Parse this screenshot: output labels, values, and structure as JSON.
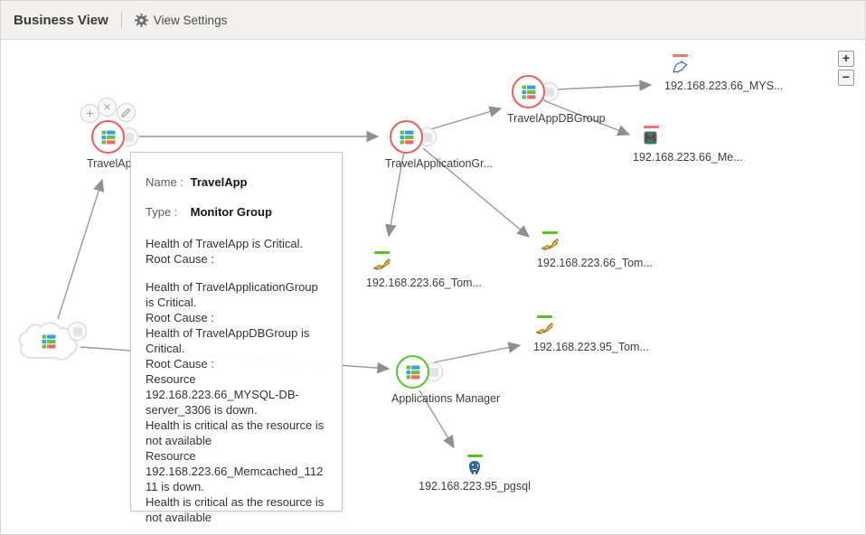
{
  "header": {
    "title": "Business View",
    "settings_label": "View Settings"
  },
  "controls": {
    "zoom_in": "+",
    "zoom_out": "−"
  },
  "actions": {
    "add": "+",
    "remove": "×"
  },
  "colors": {
    "critical": "#ee5e59",
    "clear": "#57c42d",
    "status_critical": "#f4736e",
    "status_clear": "#55c41e",
    "arrow": "#8f8f8f"
  },
  "nodes": {
    "travelapp": {
      "label": "TravelApp",
      "type": "Monitor Group",
      "status": "critical"
    },
    "appgroup": {
      "label": "TravelApplicationGr...",
      "status": "critical"
    },
    "dbgroup": {
      "label": "TravelAppDBGroup",
      "status": "critical"
    },
    "mysql": {
      "label": "192.168.223.66_MYS...",
      "status": "critical",
      "icon": "mysql-icon"
    },
    "memcached": {
      "label": "192.168.223.66_Me...",
      "status": "critical",
      "icon": "memcached-icon"
    },
    "tomcat66a": {
      "label": "192.168.223.66_Tom...",
      "status": "clear",
      "icon": "tomcat-icon"
    },
    "tomcat66b": {
      "label": "192.168.223.66_Tom...",
      "status": "clear",
      "icon": "tomcat-icon"
    },
    "tomcat95": {
      "label": "192.168.223.95_Tom...",
      "status": "clear",
      "icon": "tomcat-icon"
    },
    "appmanager": {
      "label": "Applications Manager",
      "status": "clear"
    },
    "pgsql": {
      "label": "192.168.223.95_pgsql",
      "status": "clear",
      "icon": "postgresql-icon"
    }
  },
  "tooltip": {
    "name_label": "Name :",
    "name_value": "TravelApp",
    "type_label": "Type :",
    "type_value": "Monitor Group",
    "summary": [
      "Health of TravelApp is Critical.",
      "Root Cause :"
    ],
    "details": [
      "Health of TravelApplicationGroup is Critical.",
      "Root Cause :",
      "Health of TravelAppDBGroup is Critical.",
      "Root Cause :",
      "Resource 192.168.223.66_MYSQL-DB-server_3306 is down.",
      "Health is critical as the resource is not available",
      "Resource 192.168.223.66_Memcached_11211 is down.",
      "Health is critical as the resource is not available"
    ]
  }
}
